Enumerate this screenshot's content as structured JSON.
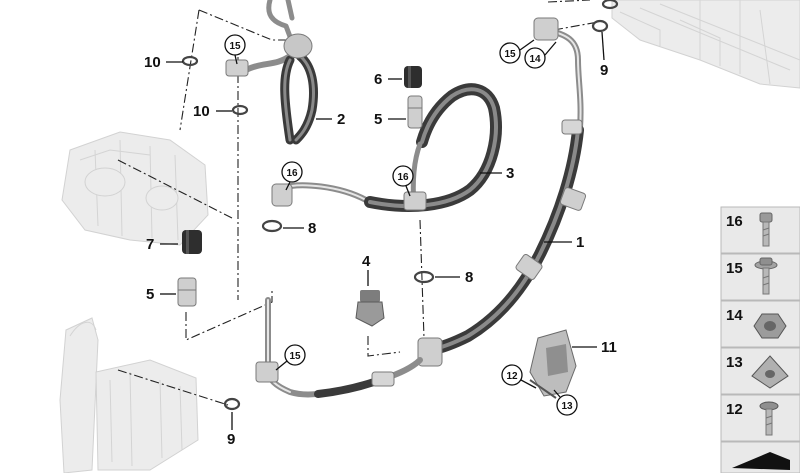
{
  "callouts": {
    "c1": "1",
    "c2": "2",
    "c3": "3",
    "c4": "4",
    "c5a": "5",
    "c5b": "5",
    "c6": "6",
    "c7": "7",
    "c8a": "8",
    "c8b": "8",
    "c9a": "9",
    "c9b": "9",
    "c10a": "10",
    "c10b": "10",
    "c11": "11",
    "c12": "12",
    "c13": "13",
    "c14": "14",
    "c15a": "15",
    "c15b": "15",
    "c15c": "15",
    "c16a": "16",
    "c16b": "16"
  },
  "parts_legend": [
    {
      "number": "16",
      "icon": "hex-bolt-icon"
    },
    {
      "number": "15",
      "icon": "flange-bolt-icon"
    },
    {
      "number": "14",
      "icon": "hex-nut-icon"
    },
    {
      "number": "13",
      "icon": "clip-nut-icon"
    },
    {
      "number": "12",
      "icon": "torx-screw-icon"
    }
  ],
  "colors": {
    "hose": "#3a3a3a",
    "pipe": "#8c8c8c",
    "ghost": "#ececec",
    "legend_bg": "#e9e9e9"
  }
}
